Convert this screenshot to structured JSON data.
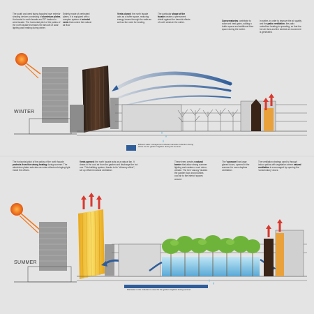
{
  "winter": {
    "label": "WINTER",
    "notes": [
      {
        "pre": "The south and west facing facades have exterior shading devices consisting of ",
        "bold": "aluminium plates",
        "post": ". Horizontal in north facade and 75° banked in west facade. The horizontal pitch of the patios of the north facade increases the amount of solar lighting and heating during winter."
      },
      {
        "pre": "Entirely made of perforated plates, it is equipped with a complex system of ",
        "bold": "oriental vents",
        "post": " that control the natural air-flow"
      },
      {
        "pre": "",
        "bold": "Vents closed",
        "post": ": the north facade acts as a buffer space, reducing energy losses through the walls as well as the need for heating."
      },
      {
        "pre": "The particular ",
        "bold": "shape of the facade",
        "post": " creates a permanent shield against the harmful effects of north winds in the winter."
      },
      {
        "pre": "",
        "bold": "Conservatories",
        "post": " contribute to solar and heat gains, adding a buffer space and additional floor space during the winter."
      },
      {
        "pre": "In winter, in order to improve the air quality and the ",
        "bold": "patio ventilation",
        "post": ", the patio underfloor heating is operating, so that the hot air rises and the desired air movement is generated."
      }
    ],
    "caption": "Efficient water management includes rainwater collection during winter for the garden irrigation during the summer"
  },
  "summer": {
    "label": "SUMMER",
    "notes": [
      {
        "pre": "The horizontal pitch of the patios of the north facade ",
        "bold": "protects from the strong heating",
        "post": " during summer. The aluminium plates acts also as solar reflectors bringing light inside the offices."
      },
      {
        "pre": "",
        "bold": "Vents opened",
        "post": ": the north facade acts as a natural fan. It draws in the cool air from the garden and discharge the hot one. This building system, thanks to its \"chimney effect\", set up efficient natural ventilation."
      },
      {
        "pre": "These trees create a ",
        "bold": "natural barrier",
        "post": " that allow strong summer lighting and creates a cool micro-climate. The tree 'canopy' shades the garden floor and provides cool air to the interior spaces around."
      },
      {
        "pre": "The ",
        "bold": "'sunroom'",
        "post": " has large glazed doors, opened in the summer for more daytime ventilation."
      },
      {
        "pre": "The ventilation strategy used is through indoor patios with vegetation where ",
        "bold": "natural ventilation",
        "post": " is encouraged by opening the 'conservatory' doors."
      }
    ],
    "caption": "Rainwater in the collection is used for the garden irrigation during summer"
  },
  "colors": {
    "background": "#e4e4e4",
    "sun": "#f07a1e",
    "hot_air": "#d9382e",
    "cold_air": "#2f5d9a",
    "facade_winter": "#3a2a20",
    "facade_summer": "#f3c431",
    "trees": "#6fb43a",
    "water": "#7ec5e6"
  }
}
